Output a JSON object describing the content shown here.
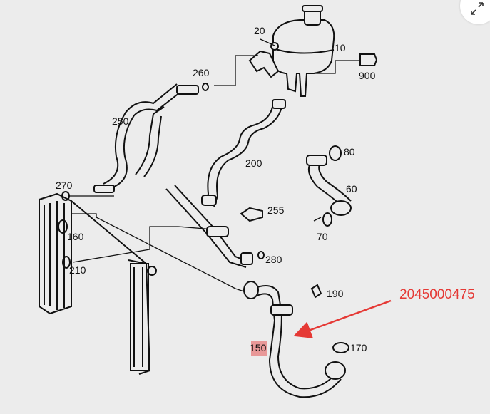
{
  "diagram": {
    "labels": {
      "l20": "20",
      "l10": "10",
      "l900": "900",
      "l260": "260",
      "l250": "250",
      "l200": "200",
      "l80": "80",
      "l60": "60",
      "l270": "270",
      "l255": "255",
      "l160": "160",
      "l70": "70",
      "l210": "210",
      "l280": "280",
      "l190": "190",
      "l150": "150",
      "l170": "170"
    },
    "part_number": "2045000475",
    "highlight_color": "#e53935",
    "highlight_fill": "#e88a8a"
  },
  "ui": {
    "expand_icon": "expand-arrows-icon"
  }
}
